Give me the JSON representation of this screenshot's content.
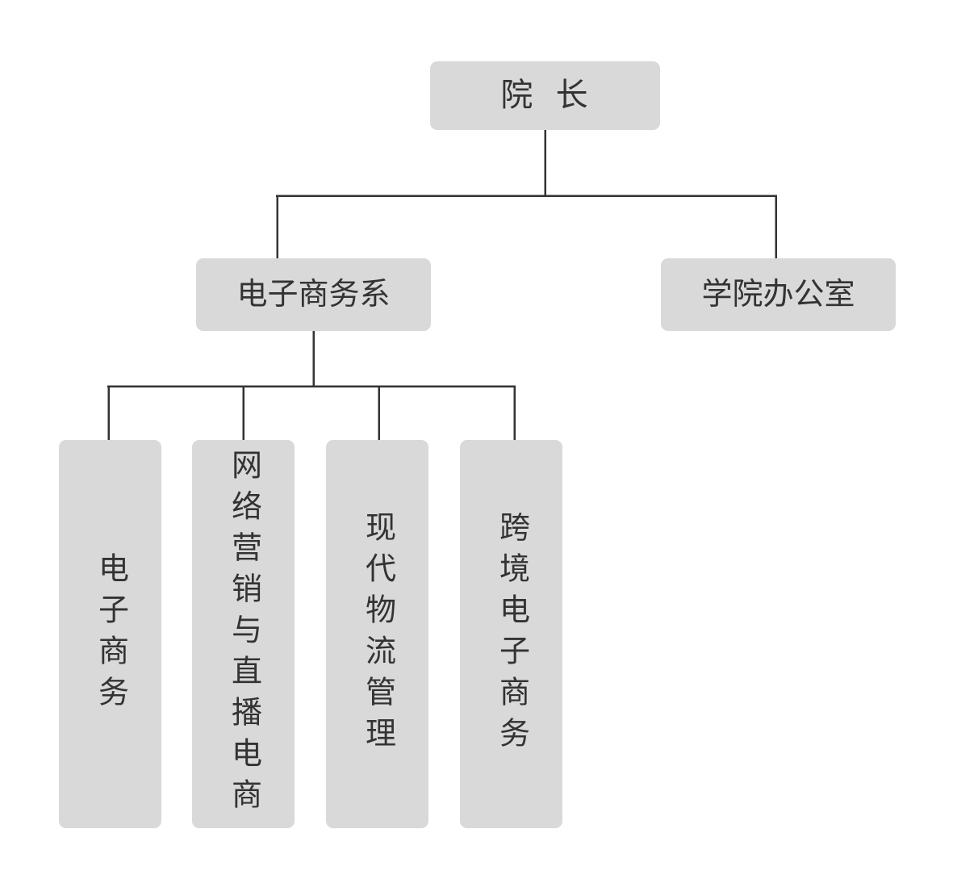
{
  "chart_data": {
    "type": "diagram",
    "diagram_kind": "organization-chart",
    "title": "",
    "orientation": "top-down",
    "background_color": "#ffffff",
    "node_fill_color": "#d9d9d9",
    "node_text_color": "#333333",
    "connector_color": "#333333",
    "levels": 3,
    "nodes": [
      {
        "id": "root",
        "label": "院  长",
        "level": 1,
        "parent": null,
        "text_direction": "horizontal"
      },
      {
        "id": "dept",
        "label": "电子商务系",
        "level": 2,
        "parent": "root",
        "text_direction": "horizontal"
      },
      {
        "id": "office",
        "label": "学院办公室",
        "level": 2,
        "parent": "root",
        "text_direction": "horizontal"
      },
      {
        "id": "major0",
        "label": "电子商务",
        "level": 3,
        "parent": "dept",
        "text_direction": "vertical"
      },
      {
        "id": "major1",
        "label": "网络营销与直播电商",
        "level": 3,
        "parent": "dept",
        "text_direction": "vertical"
      },
      {
        "id": "major2",
        "label": "现代物流管理",
        "level": 3,
        "parent": "dept",
        "text_direction": "vertical"
      },
      {
        "id": "major3",
        "label": "跨境电子商务",
        "level": 3,
        "parent": "dept",
        "text_direction": "vertical"
      }
    ],
    "edges": [
      {
        "from": "root",
        "to": "dept"
      },
      {
        "from": "root",
        "to": "office"
      },
      {
        "from": "dept",
        "to": "major0"
      },
      {
        "from": "dept",
        "to": "major1"
      },
      {
        "from": "dept",
        "to": "major2"
      },
      {
        "from": "dept",
        "to": "major3"
      }
    ]
  },
  "chart": {
    "root": {
      "label": "院  长"
    },
    "level2": [
      {
        "label": "电子商务系"
      },
      {
        "label": "学院办公室"
      }
    ],
    "leaves": [
      {
        "label": "电子商务"
      },
      {
        "label": "网络营销与直播电商"
      },
      {
        "label": "现代物流管理"
      },
      {
        "label": "跨境电子商务"
      }
    ]
  }
}
